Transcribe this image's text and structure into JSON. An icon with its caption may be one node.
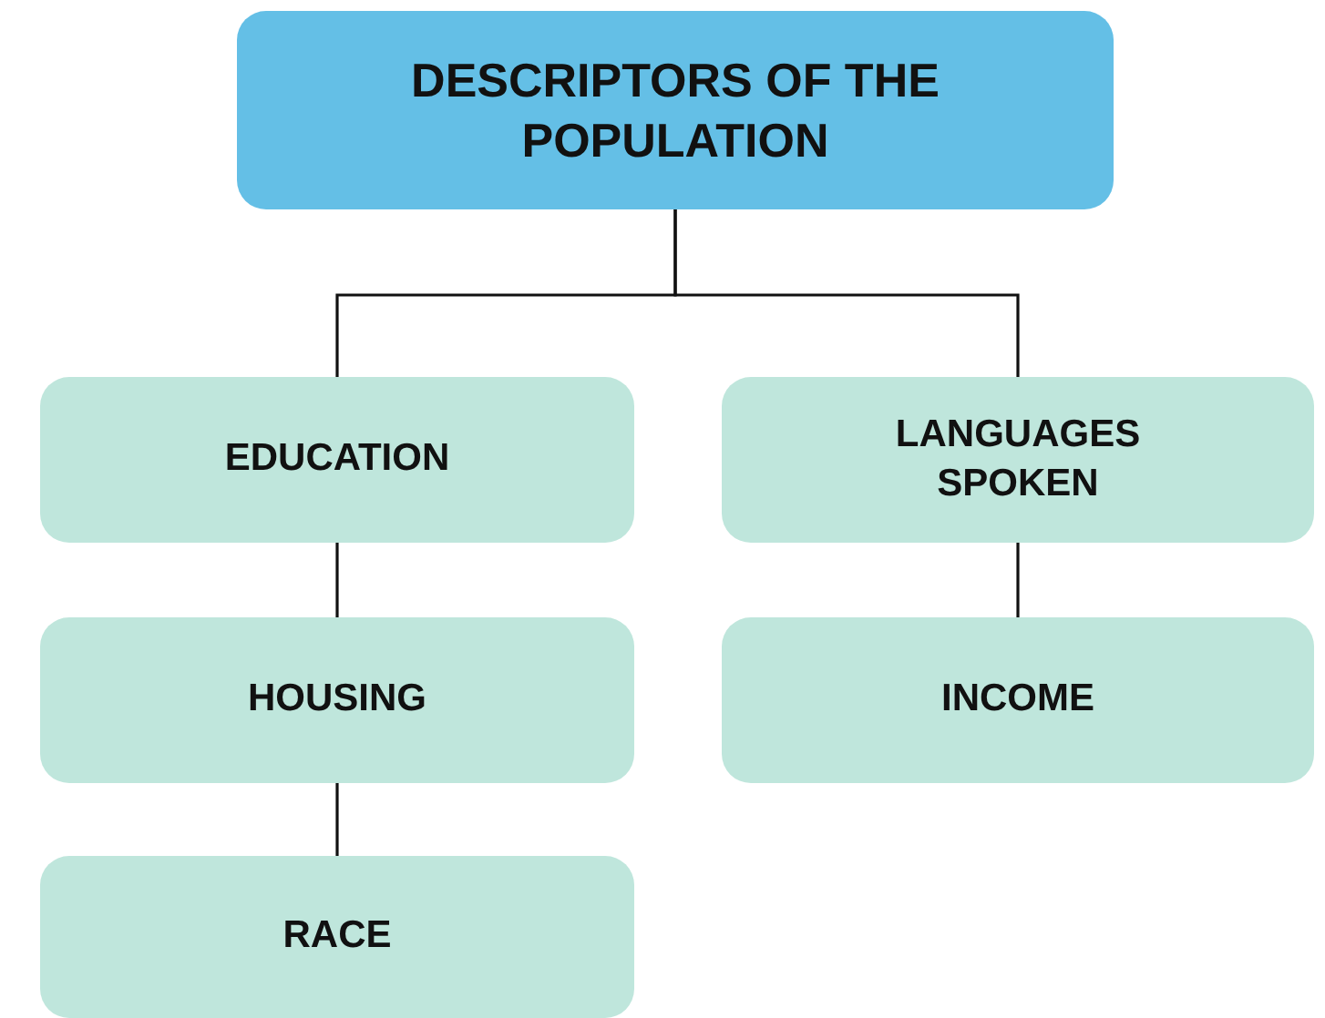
{
  "diagram": {
    "nodes": [
      {
        "text": [
          "DESCRIPTORS OF THE POPULATION"
        ]
      },
      {
        "text": [
          "EDUCATION"
        ]
      },
      {
        "text": [
          "LANGUAGES SPOKEN"
        ]
      },
      {
        "text": [
          "HOUSING"
        ]
      },
      {
        "text": [
          "INCOME"
        ]
      },
      {
        "text": [
          "RACE"
        ]
      }
    ],
    "edges": [
      {
        "from": 0,
        "to": 1,
        "arrow": "none"
      },
      {
        "from": 0,
        "to": 2,
        "arrow": "none"
      },
      {
        "from": 1,
        "to": 3,
        "arrow": "none"
      },
      {
        "from": 2,
        "to": 4,
        "arrow": "none"
      },
      {
        "from": 3,
        "to": 5,
        "arrow": "none"
      }
    ]
  }
}
